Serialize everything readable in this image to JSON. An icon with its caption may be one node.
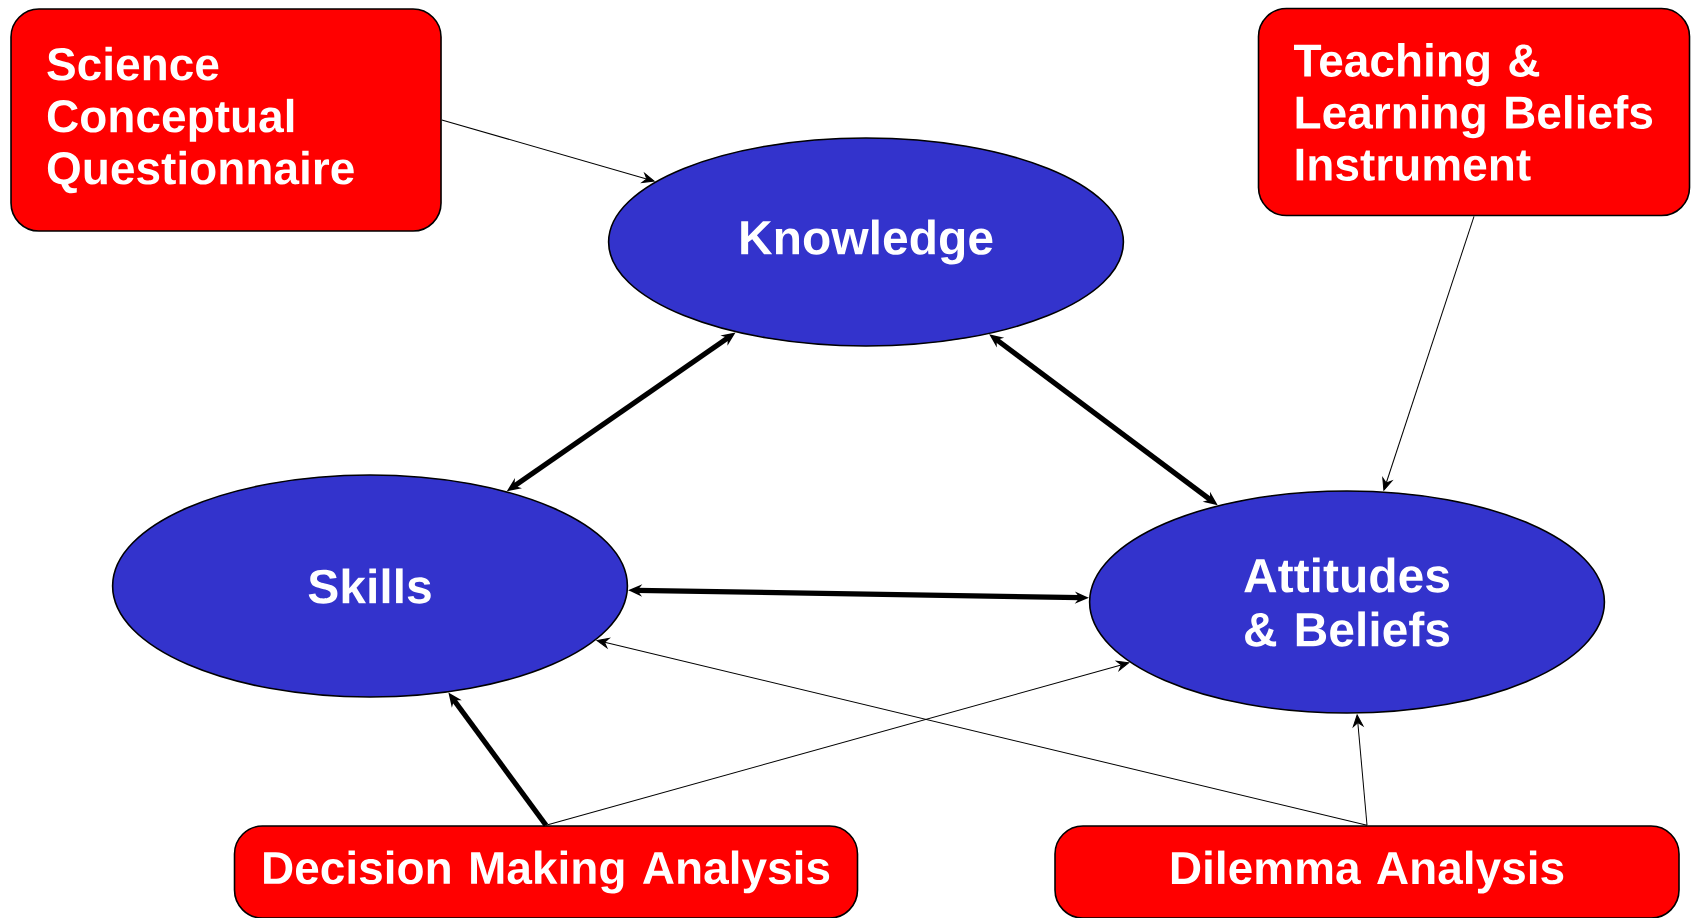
{
  "diagram": {
    "nodes": [
      {
        "text": [
          "Science Conceptual Questionnaire"
        ]
      },
      {
        "text": [
          "Teaching & Learning Beliefs Instrument"
        ]
      },
      {
        "text": [
          "Knowledge"
        ]
      },
      {
        "text": [
          "Skills"
        ]
      },
      {
        "text": [
          "Attitudes & Beliefs"
        ]
      },
      {
        "text": [
          "Decision Making Analysis"
        ]
      },
      {
        "text": [
          "Dilemma Analysis"
        ]
      }
    ],
    "edges": [
      {
        "from": 0,
        "to": 2,
        "arrow": "to"
      },
      {
        "from": 1,
        "to": 4,
        "arrow": "to"
      },
      {
        "from": 2,
        "to": 3,
        "arrow": "both",
        "style": "thick"
      },
      {
        "from": 2,
        "to": 4,
        "arrow": "both",
        "style": "thick"
      },
      {
        "from": 3,
        "to": 4,
        "arrow": "both",
        "style": "thick"
      },
      {
        "from": 5,
        "to": 3,
        "arrow": "to",
        "style": "thick"
      },
      {
        "from": 5,
        "to": 4,
        "arrow": "to"
      },
      {
        "from": 6,
        "to": 3,
        "arrow": "to"
      },
      {
        "from": 6,
        "to": 4,
        "arrow": "to"
      }
    ]
  }
}
